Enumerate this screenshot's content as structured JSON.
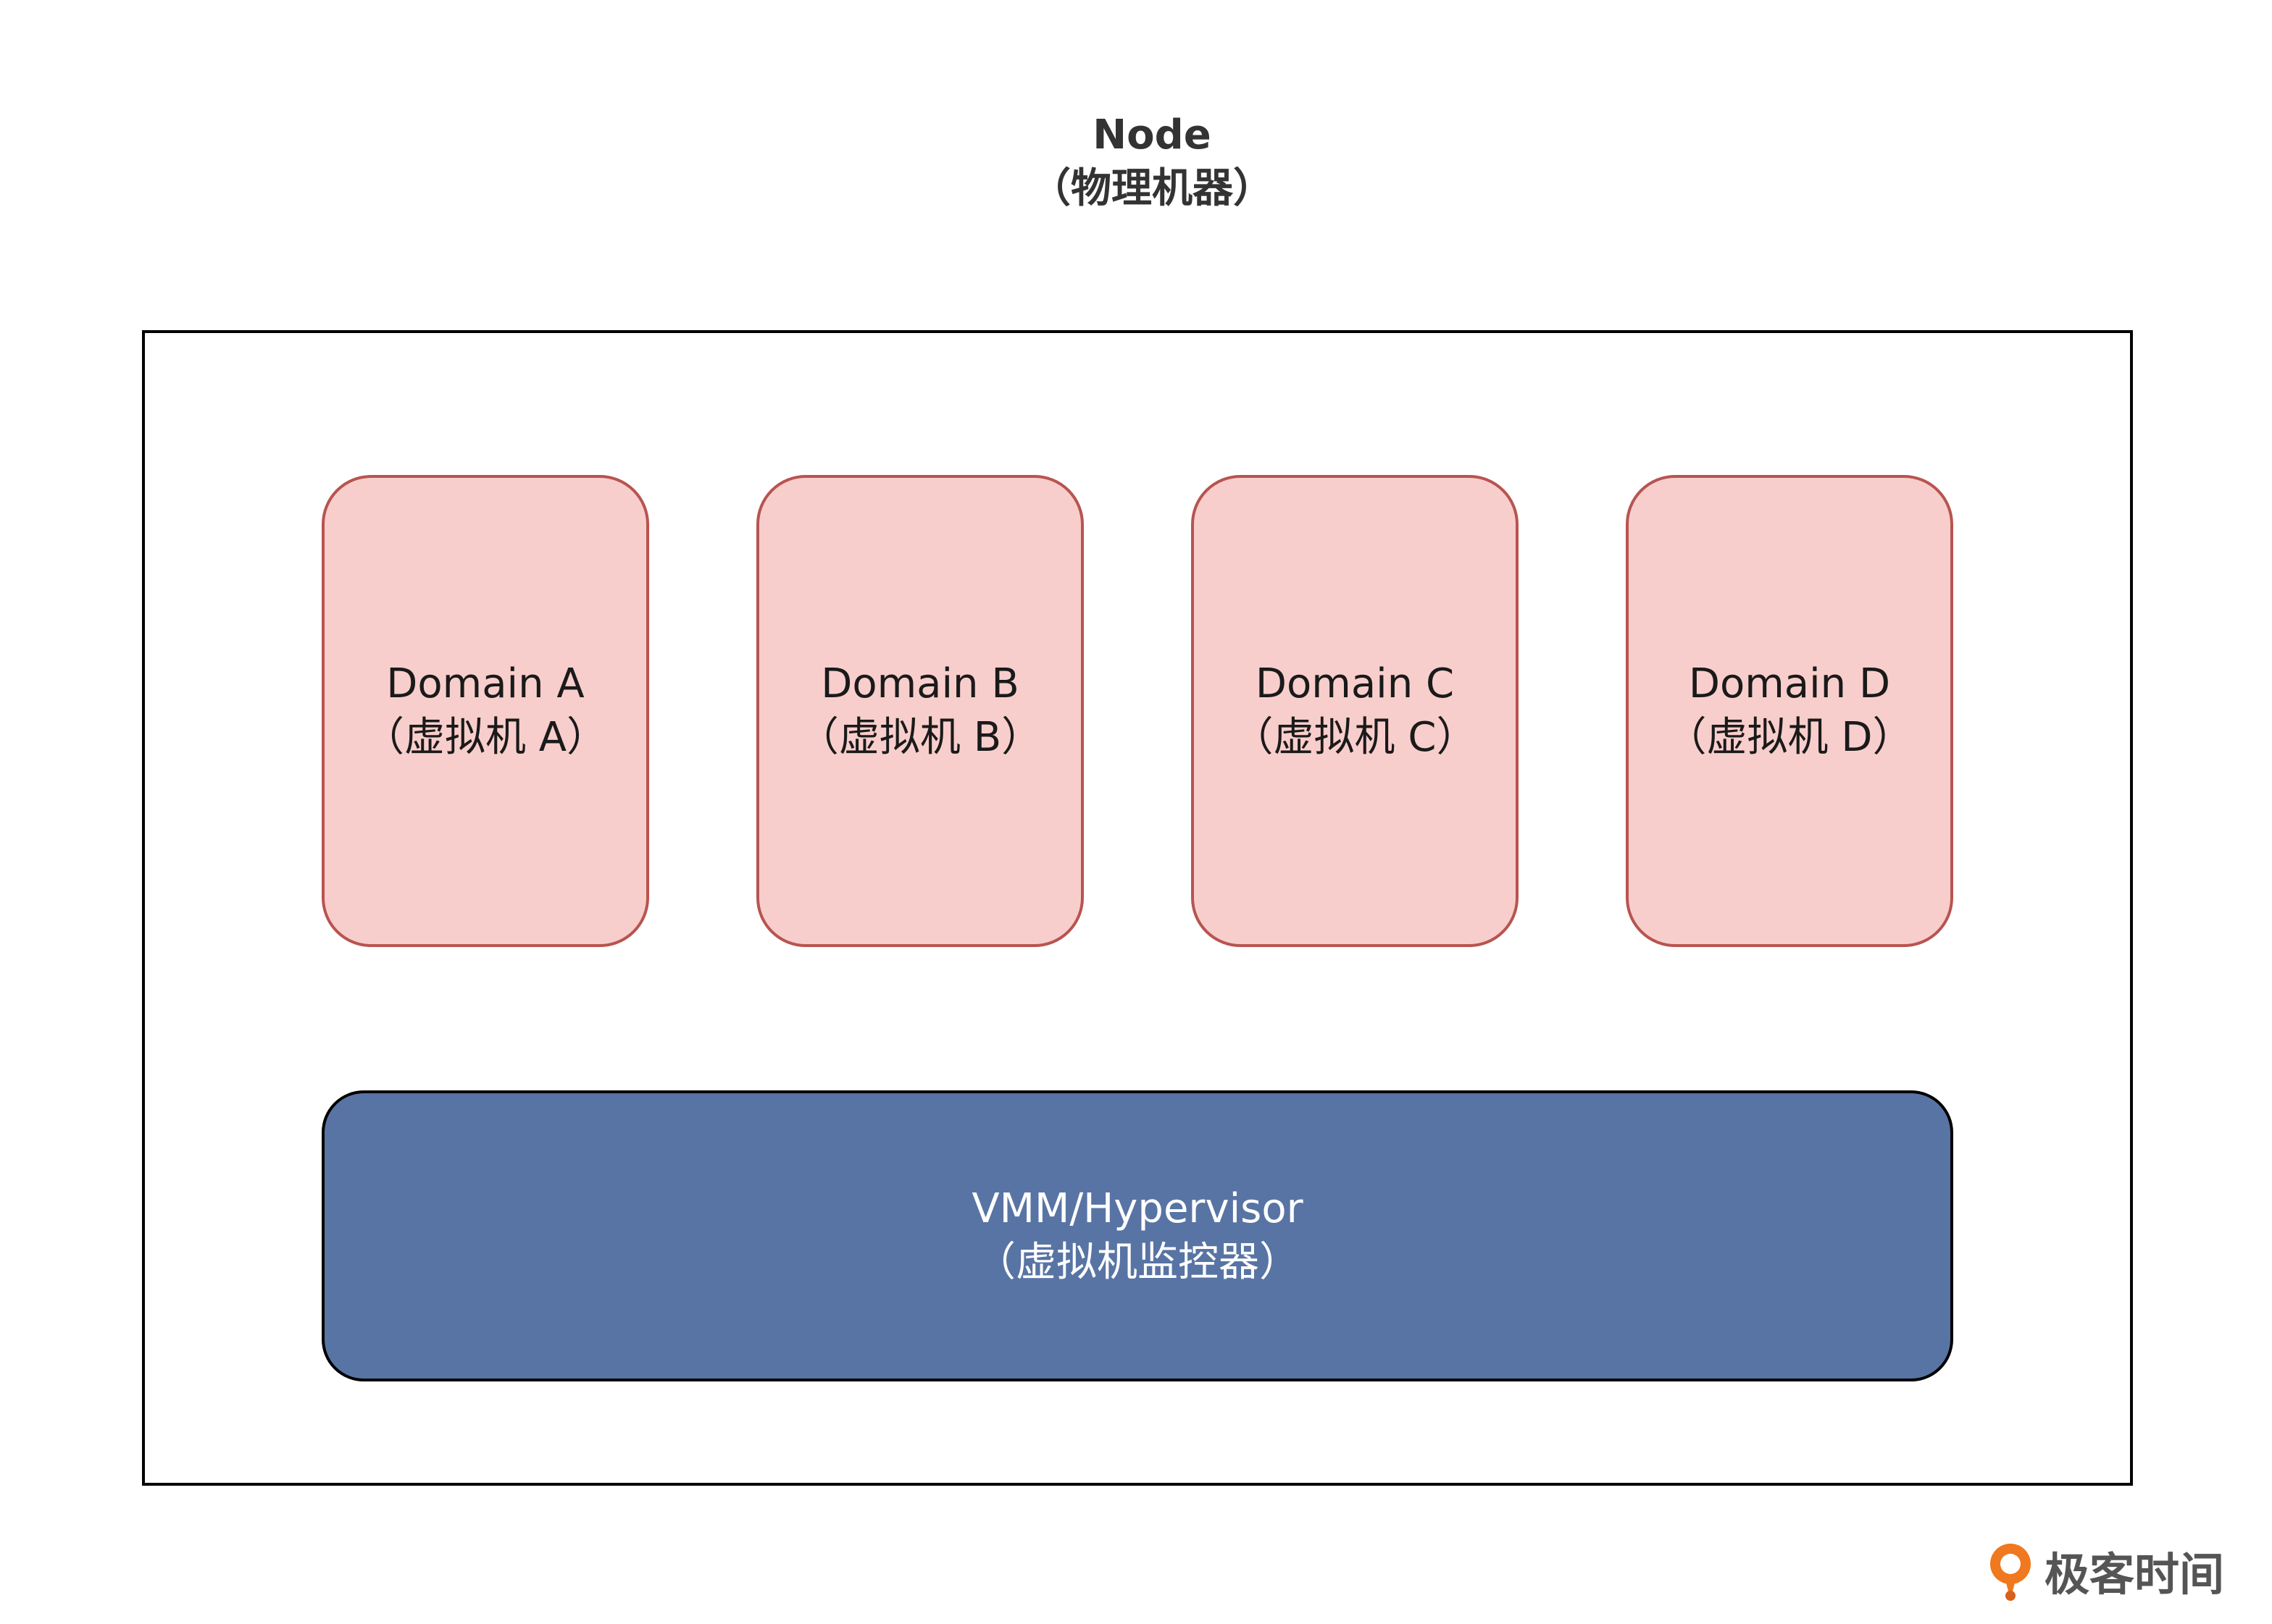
{
  "node": {
    "title": "Node",
    "subtitle": "（物理机器）"
  },
  "domains": [
    {
      "name": "Domain A",
      "label": "（虚拟机 A）"
    },
    {
      "name": "Domain B",
      "label": "（虚拟机 B）"
    },
    {
      "name": "Domain C",
      "label": "（虚拟机 C）"
    },
    {
      "name": "Domain D",
      "label": "（虚拟机 D）"
    }
  ],
  "hypervisor": {
    "name": "VMM/Hypervisor",
    "label": "（虚拟机监控器）"
  },
  "watermark": {
    "text": "极客时间",
    "icon": "geektime-logo-icon"
  },
  "colors": {
    "domain_fill": "#f8cecc",
    "domain_border": "#b85450",
    "hypervisor_fill": "#5874a4",
    "hypervisor_border": "#000000",
    "logo_accent": "#f0781e"
  }
}
